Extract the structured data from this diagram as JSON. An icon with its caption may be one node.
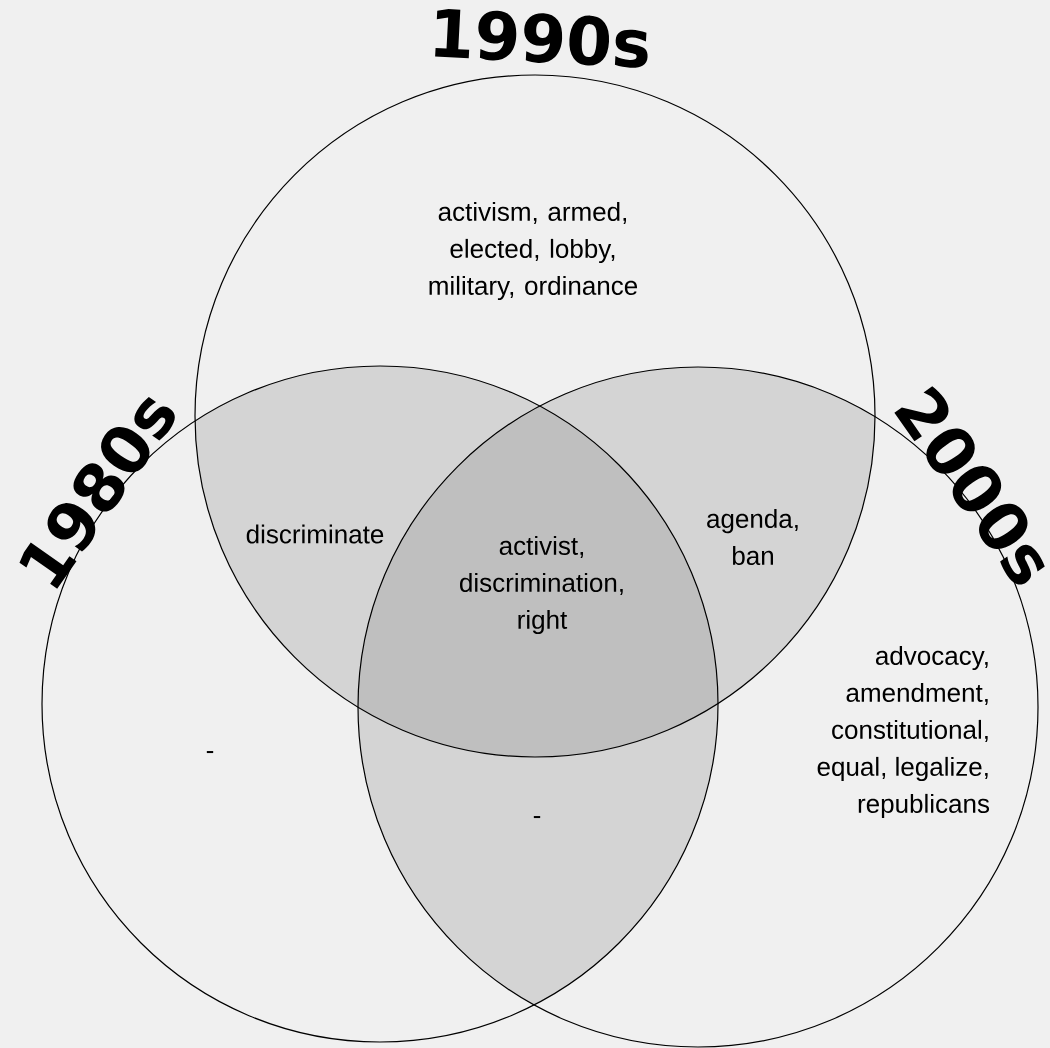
{
  "diagram": {
    "nodes": [
      {
        "text": [
          "1990s"
        ]
      },
      {
        "text": [
          "1980s"
        ]
      },
      {
        "text": [
          "2000s"
        ]
      }
    ],
    "labels": [
      "activism, armed, elected, lobby, military, ordinance",
      "discriminate",
      "activist, discrimination, right",
      "agenda, ban",
      "advocacy, amendment, constitutional, equal, legalize, republicans",
      "-",
      "-"
    ]
  }
}
